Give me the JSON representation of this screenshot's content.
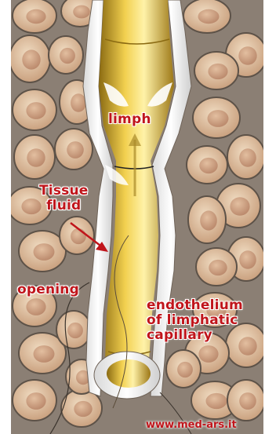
{
  "labels": {
    "limph": "limph",
    "tissue_fluid_line1": "Tissue",
    "tissue_fluid_line2": "fluid",
    "opening": "opening",
    "endothelium_line1": "endothelium",
    "endothelium_line2": "of limphatic",
    "endothelium_line3": "capillary"
  },
  "watermark": "www.med-ars.it",
  "colors": {
    "label_red": "#c0151b",
    "background": "#8b7f74",
    "cell_fill": "#e4c7a6",
    "lymph_yellow": "#e2b52c"
  }
}
